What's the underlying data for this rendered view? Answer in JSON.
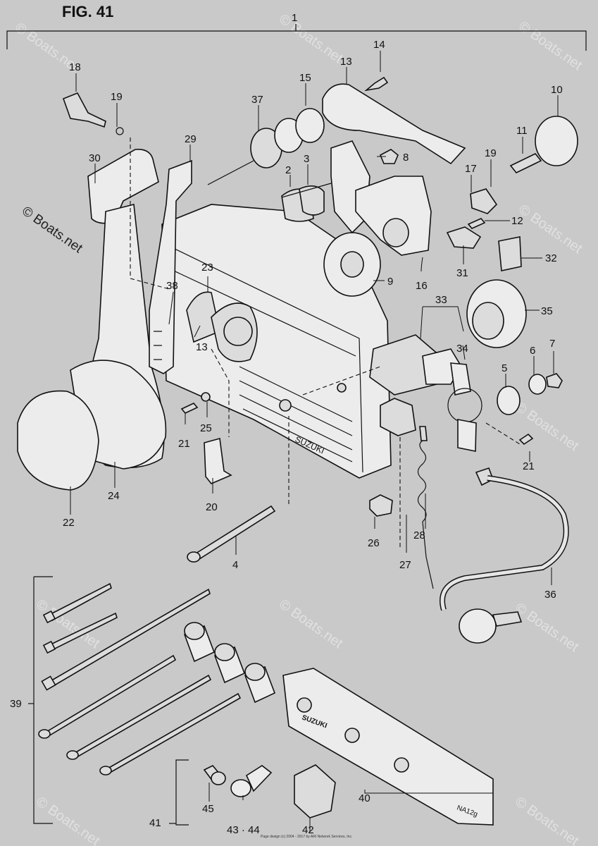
{
  "figure": {
    "title": "FIG. 41",
    "watermark_side": "© Boats.net",
    "watermark_tile": "© Boats.net",
    "logo_cover": "SUZUKI",
    "logo_plate": "SUZUKI",
    "plate_code": "NA12g",
    "copyright": "Page design (c) 2004 - 2017 by ARI Network Services, Inc."
  },
  "callouts": {
    "c1": "1",
    "c2": "2",
    "c3": "3",
    "c4": "4",
    "c5": "5",
    "c6": "6",
    "c7": "7",
    "c8": "8",
    "c9": "9",
    "c10": "10",
    "c11": "11",
    "c12": "12",
    "c13a": "13",
    "c13b": "13",
    "c14": "14",
    "c15": "15",
    "c16": "16",
    "c17": "17",
    "c18": "18",
    "c19a": "19",
    "c19b": "19",
    "c20": "20",
    "c21a": "21",
    "c21b": "21",
    "c22": "22",
    "c23": "23",
    "c24": "24",
    "c25": "25",
    "c26": "26",
    "c27": "27",
    "c28": "28",
    "c29": "29",
    "c30": "30",
    "c31": "31",
    "c32": "32",
    "c33": "33",
    "c34": "34",
    "c35": "35",
    "c36": "36",
    "c37": "37",
    "c38": "38",
    "c39": "39",
    "c40": "40",
    "c41": "41",
    "c42": "42",
    "c43": "43 · 44",
    "c45": "45"
  }
}
